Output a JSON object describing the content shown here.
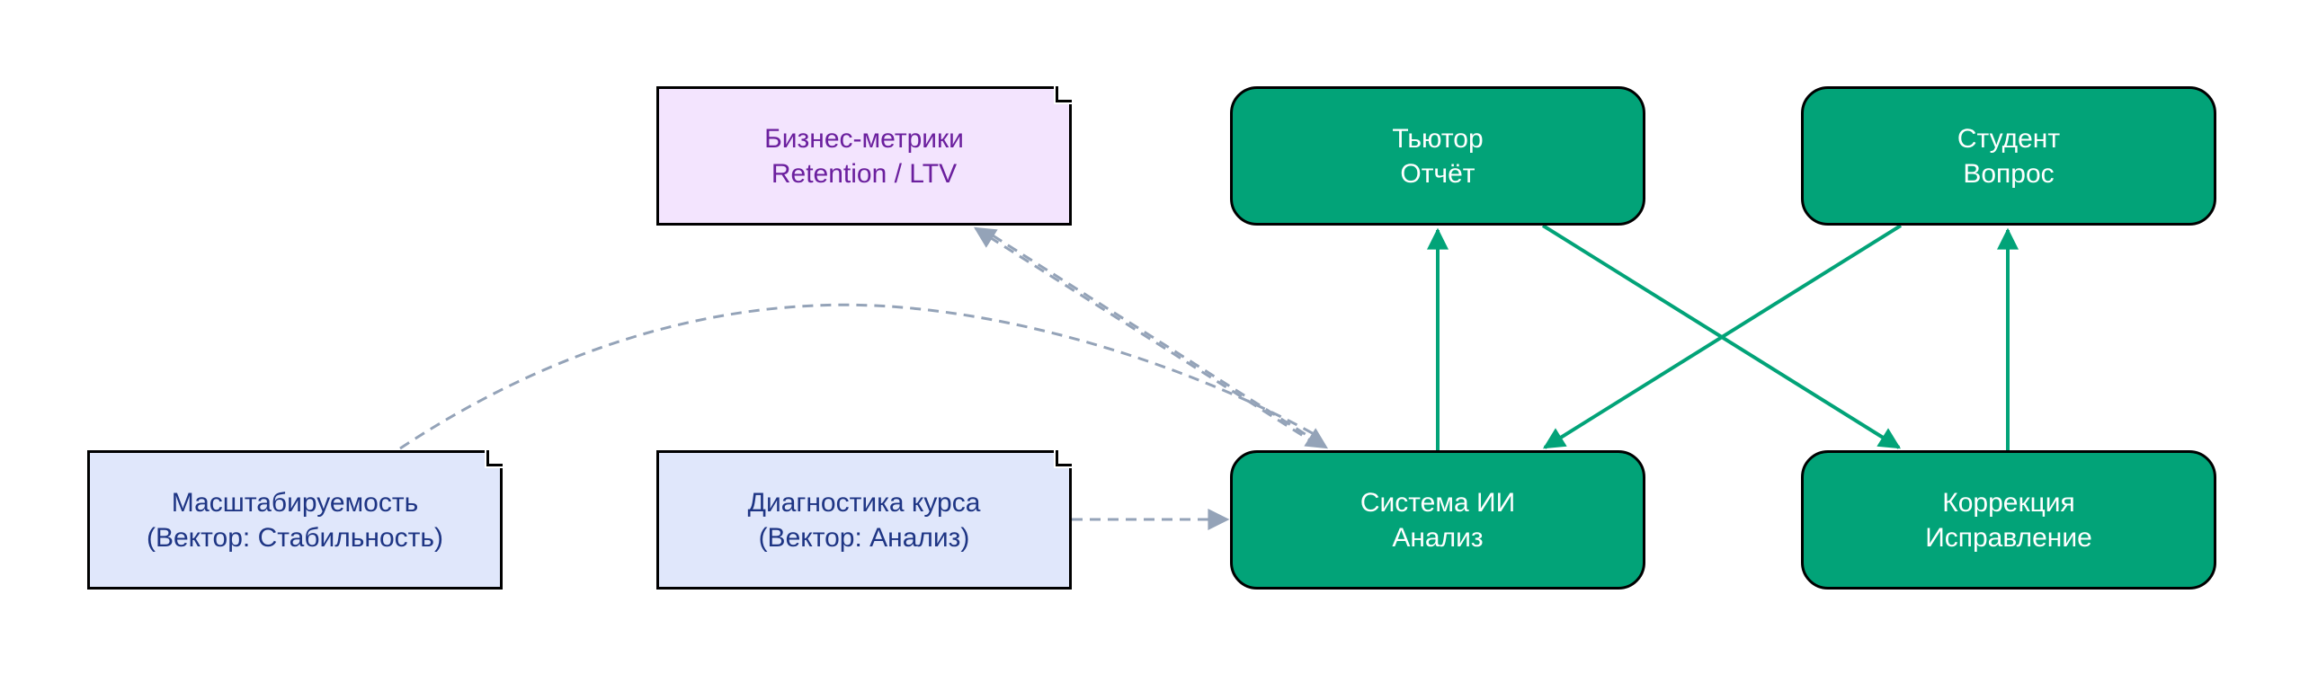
{
  "nodes": {
    "tutor": {
      "line1": "Тьютор",
      "line2": "Отчёт"
    },
    "student": {
      "line1": "Студент",
      "line2": "Вопрос"
    },
    "ai": {
      "line1": "Система ИИ",
      "line2": "Анализ"
    },
    "correction": {
      "line1": "Коррекция",
      "line2": "Исправление"
    },
    "business": {
      "line1": "Бизнес-метрики",
      "line2": "Retention / LTV"
    },
    "scalability": {
      "line1": "Масштабируемость",
      "line2": "(Вектор: Стабильность)"
    },
    "diagnostics": {
      "line1": "Диагностика курса",
      "line2": "(Вектор: Анализ)"
    }
  },
  "edges": [
    {
      "from": "ai",
      "to": "tutor",
      "style": "solid"
    },
    {
      "from": "tutor",
      "to": "correction",
      "style": "solid"
    },
    {
      "from": "student",
      "to": "ai",
      "style": "solid"
    },
    {
      "from": "correction",
      "to": "student",
      "style": "solid"
    },
    {
      "from": "ai",
      "to": "business",
      "style": "dashed"
    },
    {
      "from": "scalability",
      "to": "ai",
      "style": "dashed"
    },
    {
      "from": "diagnostics",
      "to": "ai",
      "style": "dashed"
    }
  ],
  "colors": {
    "process_fill": "#02a378",
    "process_text": "#ffffff",
    "note_blue_fill": "#e0e7fb",
    "note_blue_text": "#1e3584",
    "note_purple_fill": "#f3e4fe",
    "note_purple_text": "#6b1f9e",
    "solid_edge": "#02a378",
    "dashed_edge": "#94a3b8"
  }
}
